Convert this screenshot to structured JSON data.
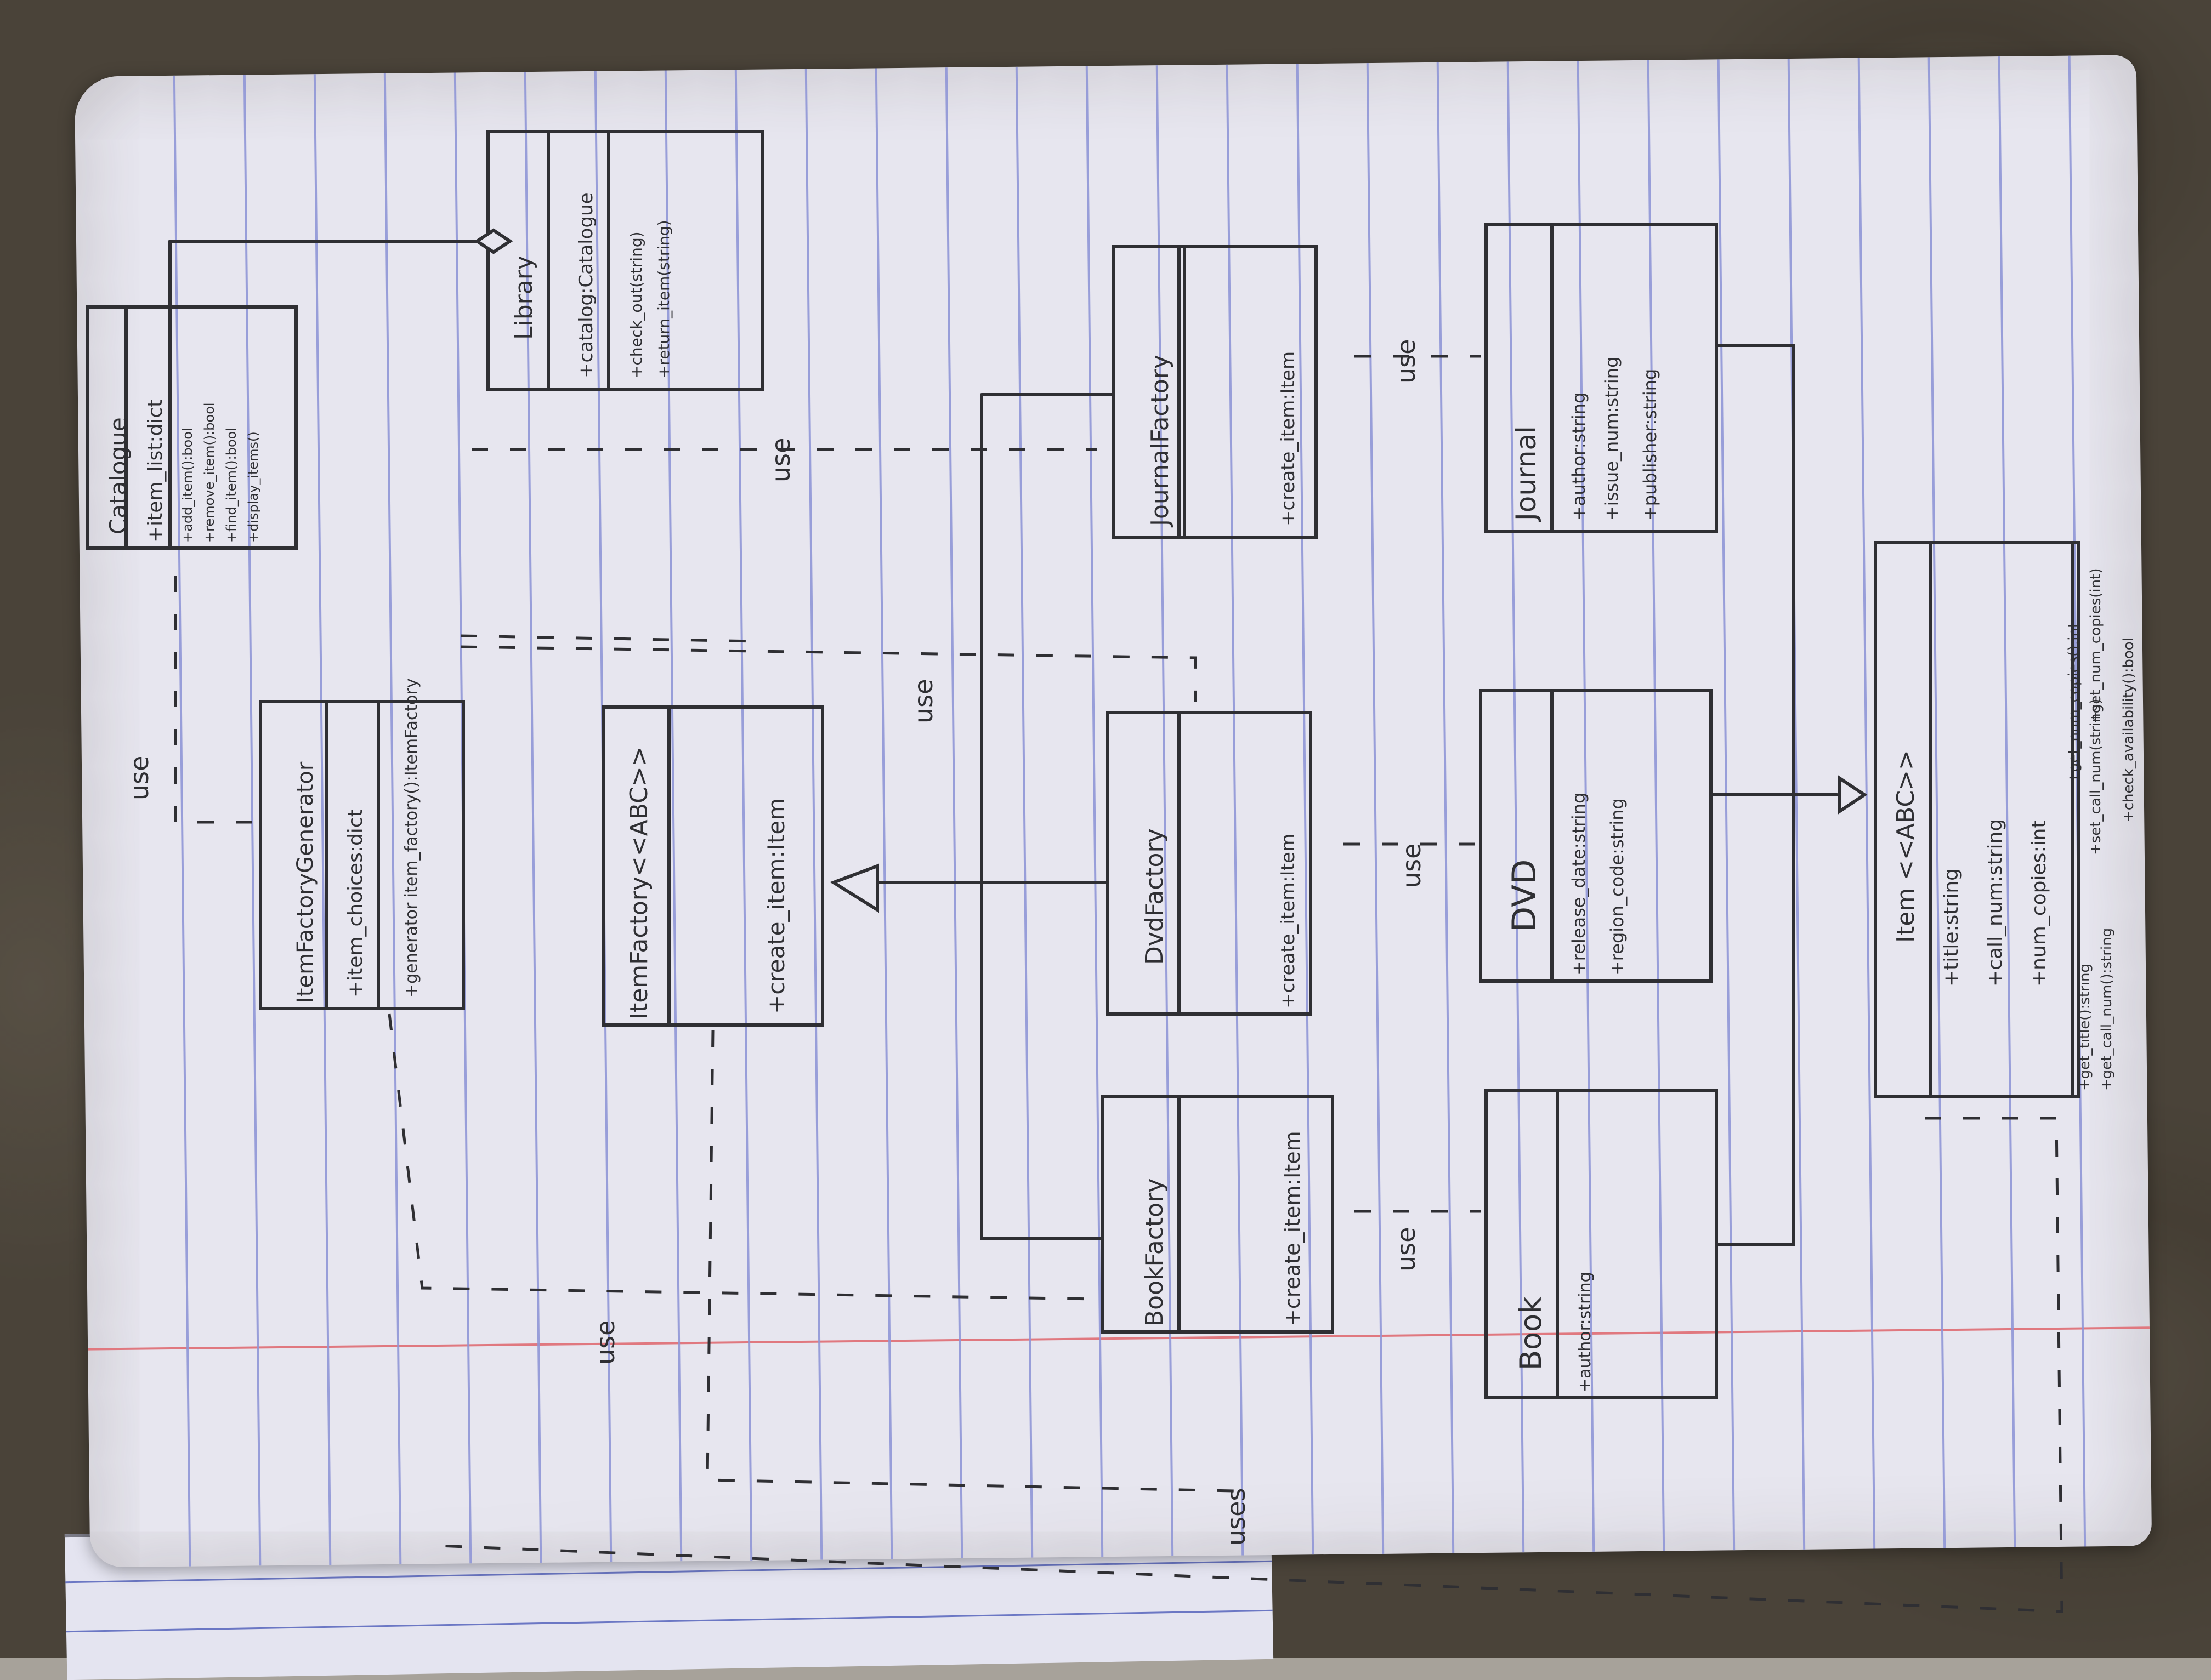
{
  "classes": {
    "catalogue": {
      "name": "Catalogue",
      "attributes": [
        "+item_list:dict"
      ],
      "methods": [
        "+add_item():bool",
        "+remove_item():bool",
        "+find_item():bool",
        "+display_items()"
      ]
    },
    "library": {
      "name": "Library",
      "attributes": [
        "+catalog:Catalogue"
      ],
      "methods": [
        "+check_out(string)",
        "+return_item(string)"
      ]
    },
    "item_factory_generator": {
      "name": "ItemFactoryGenerator",
      "attributes": [
        "+item_choices:dict"
      ],
      "methods": [
        "+generator item_factory():ItemFactory"
      ]
    },
    "item_factory": {
      "name": "ItemFactory<<ABC>>",
      "attributes": [],
      "methods": [
        "+create_item:Item"
      ]
    },
    "journal_factory": {
      "name": "JournalFactory",
      "methods": [
        "+create_item:Item"
      ]
    },
    "dvd_factory": {
      "name": "DvdFactory",
      "methods": [
        "+create_item:Item"
      ]
    },
    "book_factory": {
      "name": "BookFactory",
      "methods": [
        "+create_item:Item"
      ]
    },
    "journal": {
      "name": "Journal",
      "attributes": [
        "+author:string",
        "+issue_num:string",
        "+publisher:string"
      ]
    },
    "dvd": {
      "name": "DVD",
      "attributes": [
        "+release_date:string",
        "+region_code:string"
      ]
    },
    "book": {
      "name": "Book",
      "attributes": [
        "+author:string"
      ]
    },
    "item": {
      "name": "Item <<ABC>>",
      "attributes": [
        "+title:string",
        "+call_num:string",
        "+num_copies:int"
      ],
      "methods": [
        "+get_title():string",
        "+get_call_num():string",
        "+set_call_num(string)",
        "+get_num_copies():int",
        "+set_num_copies(int)",
        "+check_availability():bool"
      ]
    }
  },
  "labels": {
    "use": "use",
    "uses": "uses"
  },
  "colors": {
    "ink": "#2f2f33",
    "paper": "#e7e6ef",
    "rule": "#8f96d6",
    "margin": "#e0787f"
  }
}
